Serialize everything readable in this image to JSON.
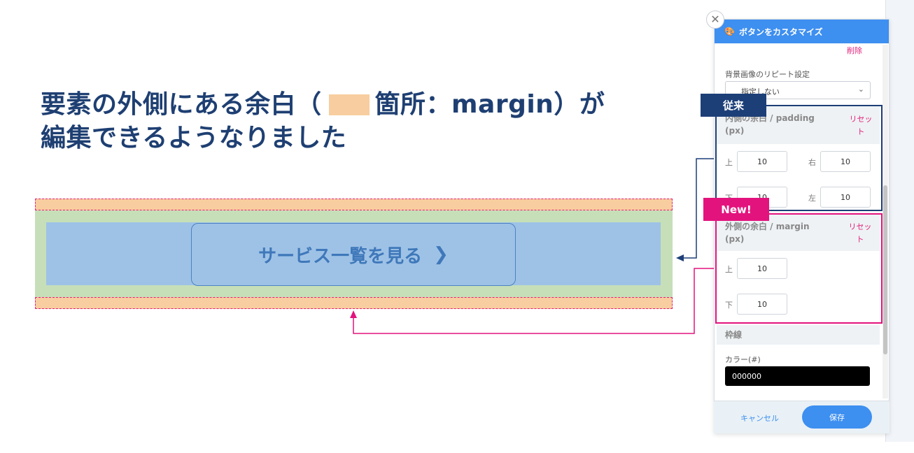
{
  "headline": {
    "line1_before": "要素の外側にある余白（",
    "line1_after": "箇所：margin）が",
    "line2": "編集できるようなりました"
  },
  "illustration": {
    "button_label": "サービス一覧を見る",
    "button_icon": "chevron-right-icon"
  },
  "tags": {
    "old": "従来",
    "new": "New!"
  },
  "panel": {
    "title": "ボタンをカスタマイズ",
    "title_icon": "palette-icon",
    "delete_label": "削除",
    "bg_repeat": {
      "label": "背景画像のリピート設定",
      "selected": "指定しない"
    },
    "padding": {
      "title_line1": "内側の余白 / padding",
      "title_line2": "(px)",
      "reset_line1": "リセッ",
      "reset_line2": "ト",
      "top_label": "上",
      "top_value": "10",
      "right_label": "右",
      "right_value": "10",
      "bottom_label": "下",
      "bottom_value": "10",
      "left_label": "左",
      "left_value": "10"
    },
    "margin": {
      "title_line1": "外側の余白 / margin",
      "title_line2": "(px)",
      "reset_line1": "リセッ",
      "reset_line2": "ト",
      "top_label": "上",
      "top_value": "10",
      "bottom_label": "下",
      "bottom_value": "10"
    },
    "border": {
      "title": "枠線",
      "color_label": "カラー(#)",
      "color_value": "000000"
    },
    "footer": {
      "cancel_label": "キャンセル",
      "save_label": "保存"
    }
  },
  "colors": {
    "headline": "#1e3f72",
    "margin_fill": "#f8cd9f",
    "margin_dash": "#e2227a",
    "padding_fill": "#c6dfb8",
    "content_fill": "#9ec2e6",
    "primary": "#3d8ff0",
    "old_tag": "#1d3f78",
    "new_tag": "#e3137d"
  }
}
